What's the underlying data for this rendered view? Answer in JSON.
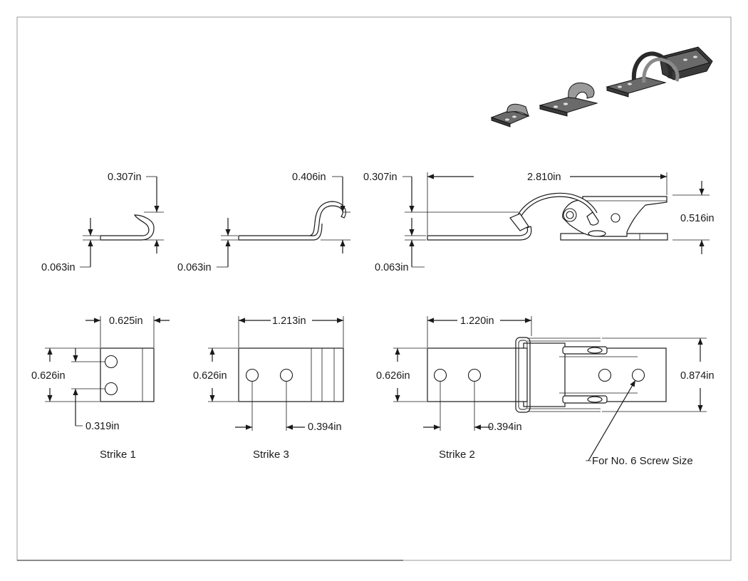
{
  "dimensions": {
    "s1_hook_height": "0.307in",
    "s1_thickness": "0.063in",
    "s3_hook_height": "0.406in",
    "s3_thickness": "0.063in",
    "latch_hook_height": "0.307in",
    "latch_length": "2.810in",
    "latch_height": "0.516in",
    "latch_thickness": "0.063in",
    "s1_length": "0.625in",
    "s1_width": "0.626in",
    "s1_hole_spacing": "0.319in",
    "s3_length": "1.213in",
    "s3_width": "0.626in",
    "s3_hole_spacing": "0.394in",
    "s2_length": "1.220in",
    "s2_width": "0.626in",
    "s2_hole_spacing": "0.394in",
    "latch_width": "0.874in"
  },
  "captions": {
    "strike1": "Strike 1",
    "strike3": "Strike 3",
    "strike2": "Strike 2",
    "screw_note": "For No. 6 Screw Size"
  }
}
